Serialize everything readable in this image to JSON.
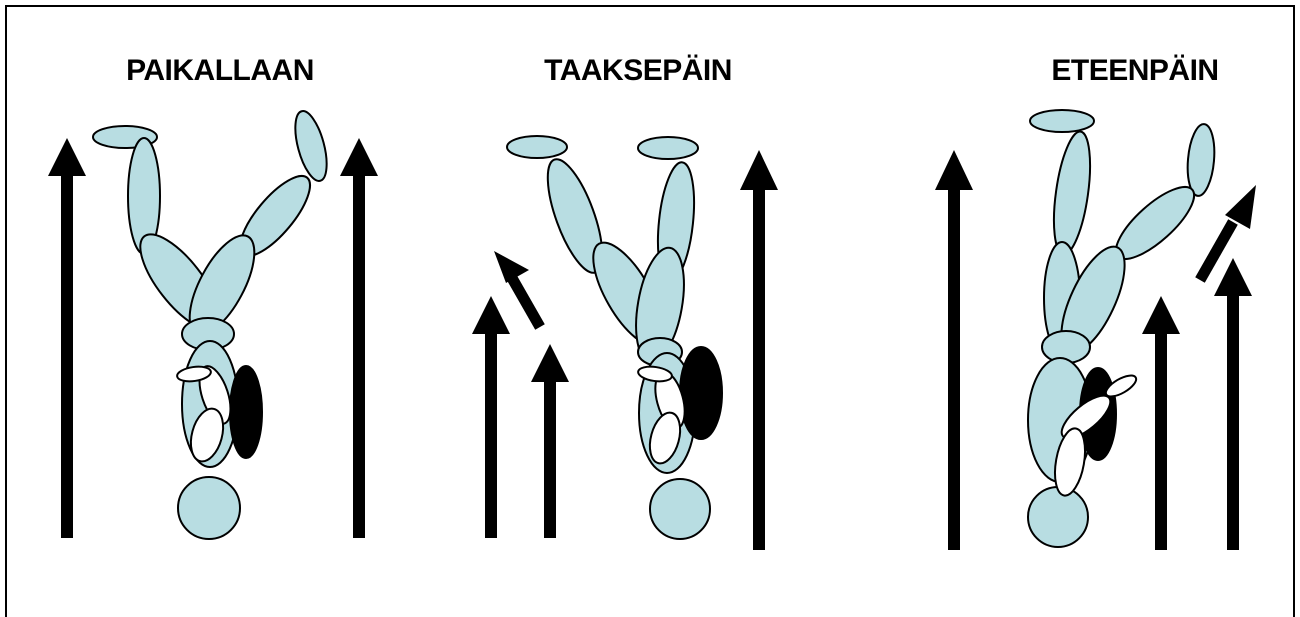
{
  "panels": [
    {
      "title": "PAIKALLAAN"
    },
    {
      "title": "TAAKSEPÄIN"
    },
    {
      "title": "ETEENPÄIN"
    }
  ],
  "colors": {
    "body": "#b8dde2",
    "outline": "#000000",
    "arrow": "#000000",
    "hand": "#ffffff",
    "background": "#ffffff"
  }
}
